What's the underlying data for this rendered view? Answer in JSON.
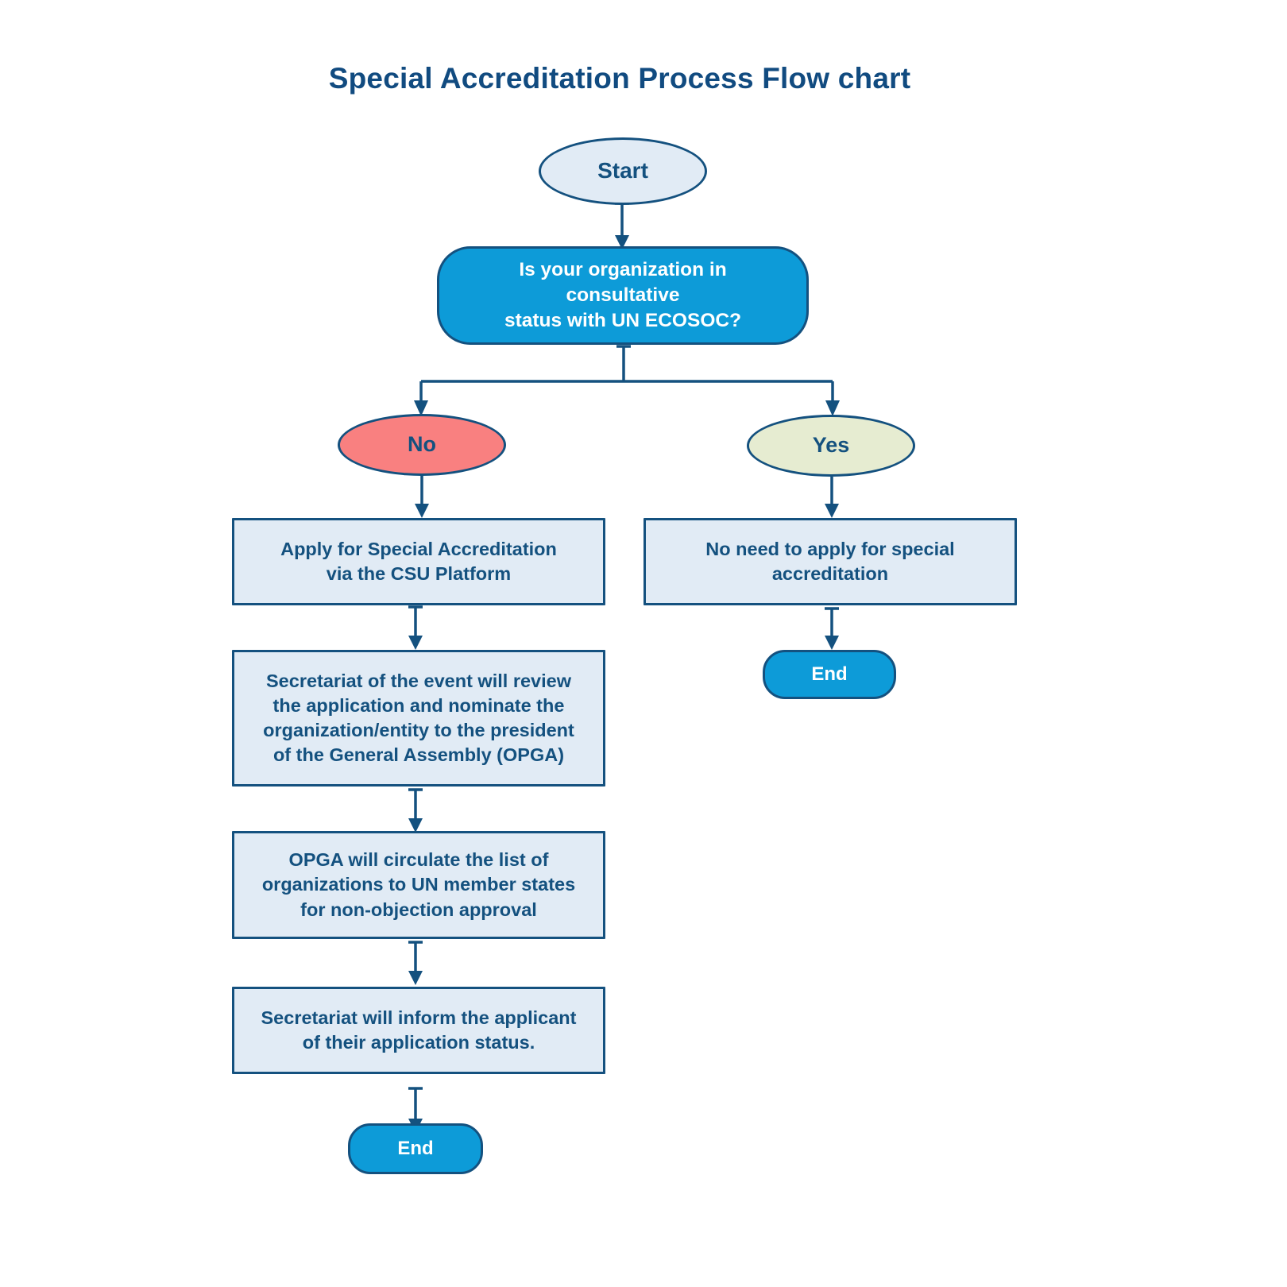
{
  "page": {
    "title": "Special Accreditation Process Flow chart",
    "background": "#ffffff"
  },
  "colors": {
    "dark_blue": "#14517f",
    "title_blue": "#114b80",
    "bright_blue": "#0d9bd8",
    "light_blue_fill": "#e1ebf5",
    "no_fill": "#f98080",
    "yes_fill": "#e6ecd1",
    "white": "#ffffff"
  },
  "chart_data": {
    "type": "diagram",
    "diagram_type": "flowchart",
    "title": "Special Accreditation Process Flow chart",
    "orientation": "top-down",
    "nodes": [
      {
        "id": "start",
        "label": "Start",
        "shape": "ellipse",
        "fill": "#e1ebf5",
        "text_color": "#14517f"
      },
      {
        "id": "decision",
        "label": "Is your organization in consultative status with UN ECOSOC?",
        "shape": "stadium",
        "fill": "#0d9bd8",
        "text_color": "#ffffff"
      },
      {
        "id": "no",
        "label": "No",
        "shape": "ellipse",
        "fill": "#f98080",
        "text_color": "#14517f"
      },
      {
        "id": "yes",
        "label": "Yes",
        "shape": "ellipse",
        "fill": "#e6ecd1",
        "text_color": "#14517f"
      },
      {
        "id": "apply",
        "label": "Apply for Special Accreditation via the CSU Platform",
        "shape": "rectangle",
        "fill": "#e1ebf5",
        "text_color": "#14517f"
      },
      {
        "id": "no_need",
        "label": "No need to apply for special accreditation",
        "shape": "rectangle",
        "fill": "#e1ebf5",
        "text_color": "#14517f"
      },
      {
        "id": "secretariat",
        "label": "Secretariat of the event will review the application and nominate the organization/entity to the president of the General Assembly (OPGA)",
        "shape": "rectangle",
        "fill": "#e1ebf5",
        "text_color": "#14517f"
      },
      {
        "id": "opga",
        "label": "OPGA will circulate the list of organizations to UN member states for non-objection approval",
        "shape": "rectangle",
        "fill": "#e1ebf5",
        "text_color": "#14517f"
      },
      {
        "id": "inform",
        "label": "Secretariat will inform the applicant of their application status.",
        "shape": "rectangle",
        "fill": "#e1ebf5",
        "text_color": "#14517f"
      },
      {
        "id": "end_left",
        "label": "End",
        "shape": "stadium",
        "fill": "#0d9bd8",
        "text_color": "#ffffff"
      },
      {
        "id": "end_right",
        "label": "End",
        "shape": "stadium",
        "fill": "#0d9bd8",
        "text_color": "#ffffff"
      }
    ],
    "edges": [
      {
        "from": "start",
        "to": "decision",
        "label": ""
      },
      {
        "from": "decision",
        "to": "no",
        "label": ""
      },
      {
        "from": "decision",
        "to": "yes",
        "label": ""
      },
      {
        "from": "no",
        "to": "apply",
        "label": ""
      },
      {
        "from": "yes",
        "to": "no_need",
        "label": ""
      },
      {
        "from": "apply",
        "to": "secretariat",
        "label": ""
      },
      {
        "from": "secretariat",
        "to": "opga",
        "label": ""
      },
      {
        "from": "opga",
        "to": "inform",
        "label": ""
      },
      {
        "from": "inform",
        "to": "end_left",
        "label": ""
      },
      {
        "from": "no_need",
        "to": "end_right",
        "label": ""
      }
    ]
  },
  "nodes": {
    "start": {
      "label": "Start"
    },
    "decision": {
      "line1": "Is your organization in consultative",
      "line2": "status with UN ECOSOC?"
    },
    "no": {
      "label": "No"
    },
    "yes": {
      "label": "Yes"
    },
    "apply": {
      "line1": "Apply for Special Accreditation",
      "line2": "via the CSU Platform"
    },
    "no_need": {
      "line1": "No need to apply for special",
      "line2": "accreditation"
    },
    "secretariat": {
      "line1": "Secretariat of the event will review",
      "line2": "the application and nominate the",
      "line3": "organization/entity to the president",
      "line4": "of the General Assembly (OPGA)"
    },
    "opga": {
      "line1": "OPGA will circulate the list of",
      "line2": "organizations to UN member states",
      "line3": "for non-objection approval"
    },
    "inform": {
      "line1": "Secretariat will inform the applicant",
      "line2": "of their application status."
    },
    "end_left": {
      "label": "End"
    },
    "end_right": {
      "label": "End"
    }
  }
}
